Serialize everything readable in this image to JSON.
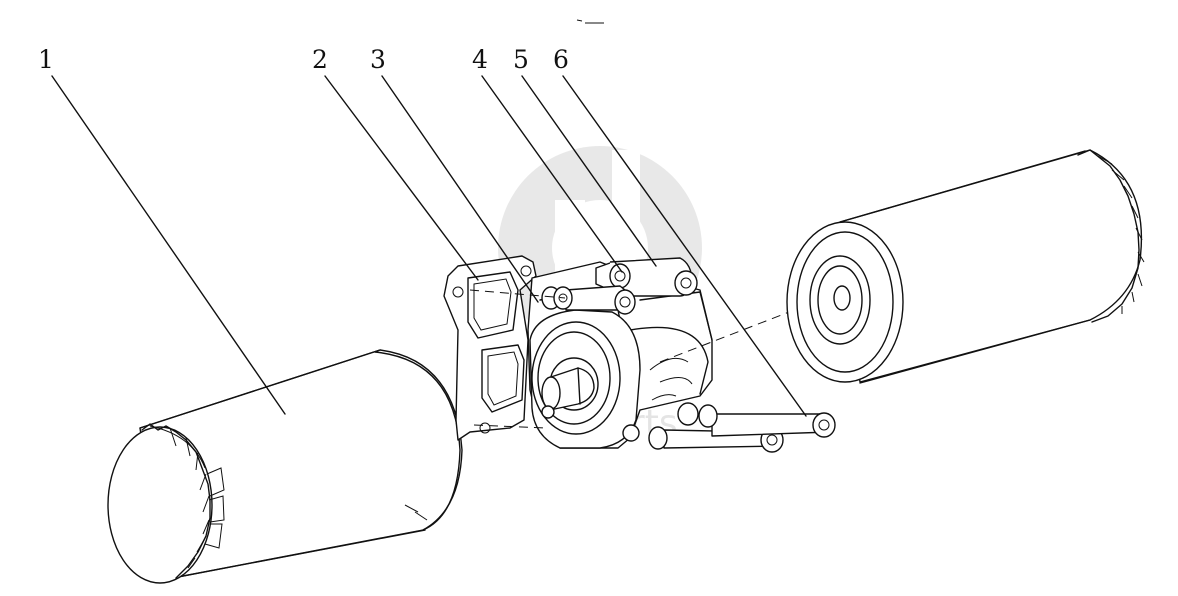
{
  "callouts": [
    {
      "id": "1",
      "label": "1"
    },
    {
      "id": "2",
      "label": "2"
    },
    {
      "id": "3",
      "label": "3"
    },
    {
      "id": "4",
      "label": "4"
    },
    {
      "id": "5",
      "label": "5"
    },
    {
      "id": "6",
      "label": "6"
    }
  ],
  "watermark": {
    "text": "parts"
  },
  "colors": {
    "ink": "#111111",
    "watermark": "#d3d3d3",
    "background": "#ffffff"
  }
}
